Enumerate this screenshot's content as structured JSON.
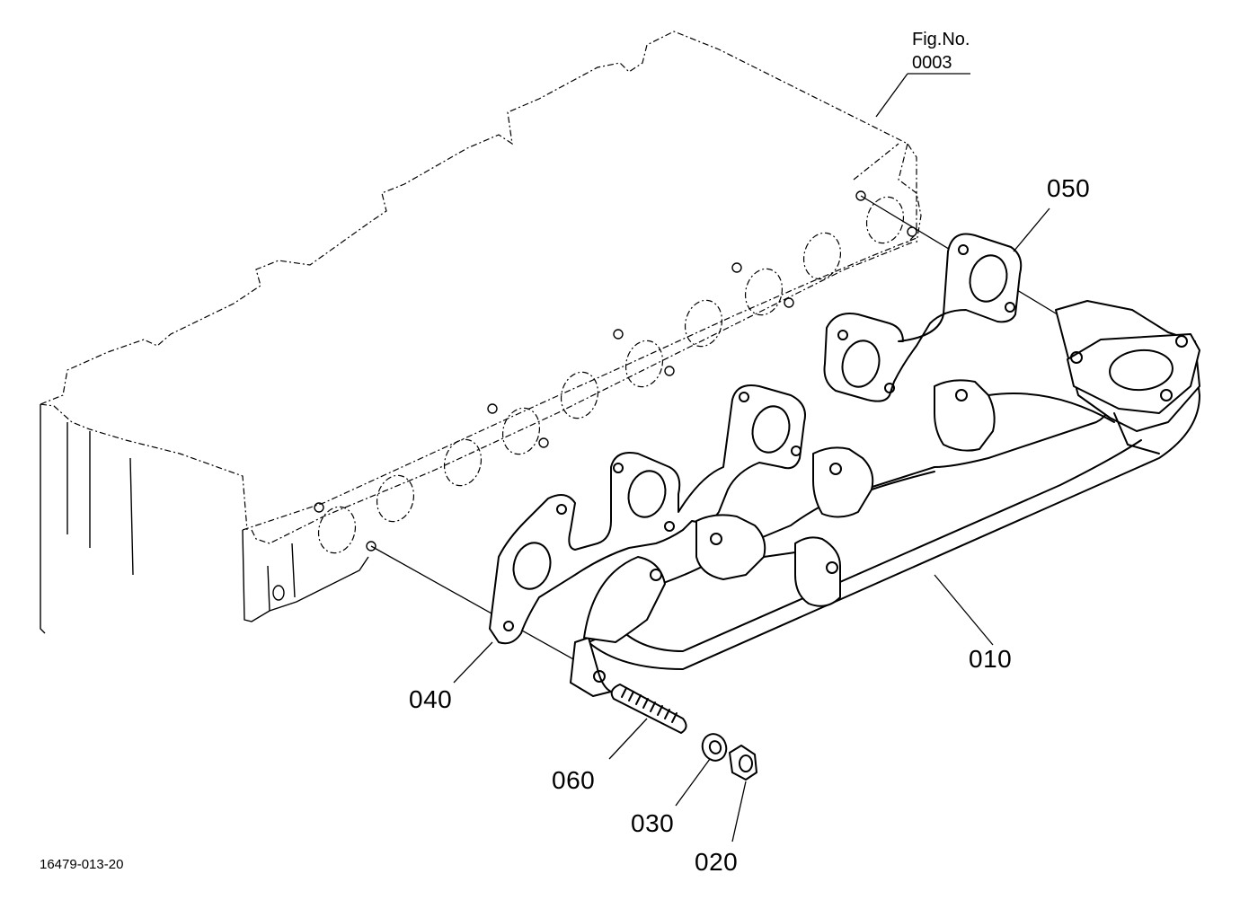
{
  "figure": {
    "fig_label": "Fig.No.",
    "fig_number": "0003",
    "drawing_number": "16479-013-20"
  },
  "callouts": {
    "manifold": "010",
    "nut": "020",
    "washer": "030",
    "gasket_front": "040",
    "gasket_rear": "050",
    "stud": "060"
  }
}
